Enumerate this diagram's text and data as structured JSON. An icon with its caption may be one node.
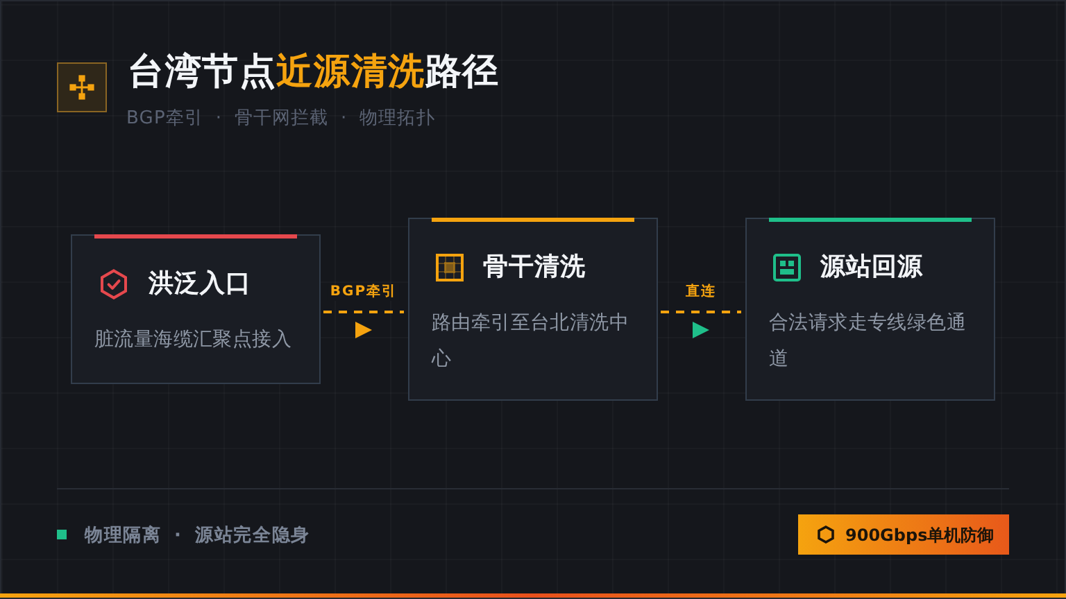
{
  "diagram": {
    "title": "台湾节点**近源清洗**路径",
    "nodes": [
      {
        "text": [
          "洪泛入口",
          "脏流量海缆汇聚点接入"
        ]
      },
      {
        "text": [
          "骨干清洗",
          "路由牵引至台北清洗中心"
        ]
      },
      {
        "text": [
          "源站回源",
          "合法请求走专线绿色通道"
        ]
      },
      {
        "text": [
          "900Gbps单机防御"
        ]
      }
    ],
    "edges": [
      {
        "from": 0,
        "to": 1,
        "arrow": "to",
        "label": "BGP牵引",
        "style": "dashed"
      },
      {
        "from": 1,
        "to": 2,
        "arrow": "to",
        "label": "直连",
        "style": "dashed"
      }
    ],
    "labels": [
      "BGP牵引 · 骨干网拦截 · 物理拓扑",
      "物理隔离 · 源站完全隐身"
    ]
  }
}
